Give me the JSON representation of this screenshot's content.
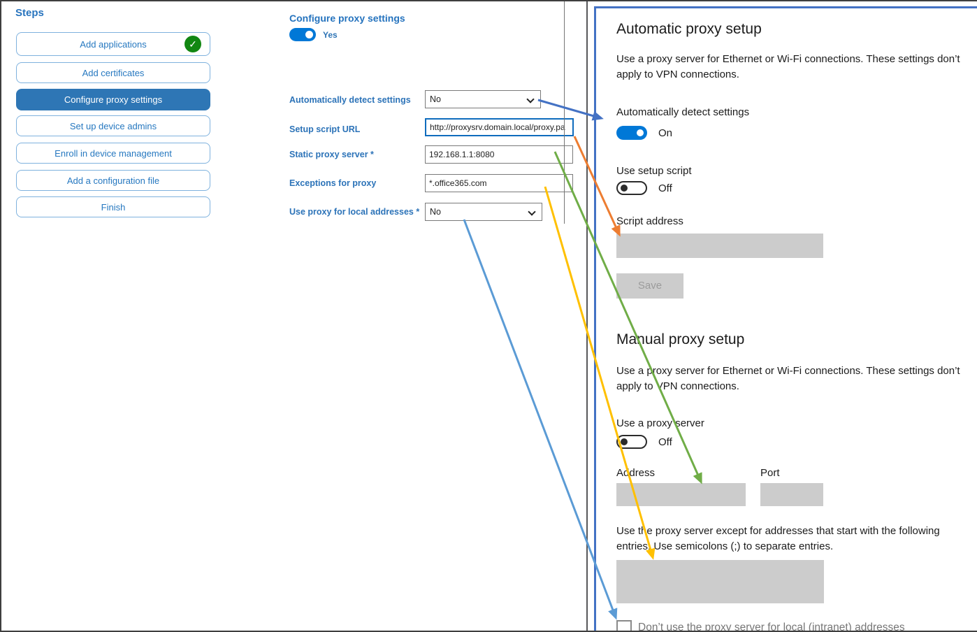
{
  "sidebar": {
    "title": "Steps",
    "steps": [
      {
        "label": "Add applications",
        "completed": true
      },
      {
        "label": "Add certificates"
      },
      {
        "label": "Configure proxy settings",
        "active": true
      },
      {
        "label": "Set up device admins"
      },
      {
        "label": "Enroll in device management"
      },
      {
        "label": "Add a configuration file"
      },
      {
        "label": "Finish"
      }
    ]
  },
  "form": {
    "title": "Configure proxy settings",
    "enable_toggle": {
      "state": "Yes"
    },
    "fields": [
      {
        "label": "Automatically detect settings",
        "type": "select",
        "value": "No"
      },
      {
        "label": "Setup script URL",
        "type": "text",
        "value": "http://proxysrv.domain.local/proxy.pa",
        "focused": true
      },
      {
        "label": "Static proxy server *",
        "type": "text",
        "value": "192.168.1.1:8080"
      },
      {
        "label": "Exceptions for proxy",
        "type": "text",
        "value": "*.office365.com"
      },
      {
        "label": "Use proxy for local addresses *",
        "type": "select",
        "value": "No"
      }
    ]
  },
  "settings_panel": {
    "automatic": {
      "heading": "Automatic proxy setup",
      "description": "Use a proxy server for Ethernet or Wi-Fi connections. These settings don’t apply to VPN connections.",
      "detect_label": "Automatically detect settings",
      "detect_state": "On",
      "script_toggle_label": "Use setup script",
      "script_toggle_state": "Off",
      "script_address_label": "Script address",
      "save_button": "Save"
    },
    "manual": {
      "heading": "Manual proxy setup",
      "description": "Use a proxy server for Ethernet or Wi-Fi connections. These settings don’t apply to VPN connections.",
      "proxy_toggle_label": "Use a proxy server",
      "proxy_toggle_state": "Off",
      "address_label": "Address",
      "port_label": "Port",
      "exceptions_description": "Use the proxy server except for addresses that start with the following entries. Use semicolons (;) to separate entries.",
      "intranet_checkbox_label": "Don’t use the proxy server for local (intranet) addresses"
    }
  },
  "arrows": [
    {
      "from": "automatically-detect-settings-dropdown",
      "to": "automatically-detect-settings-toggle",
      "color": "#4472C4"
    },
    {
      "from": "setup-script-url-input",
      "to": "script-address-box",
      "color": "#ED7D31"
    },
    {
      "from": "static-proxy-server-input",
      "to": "manual-address-box",
      "color": "#70AD47"
    },
    {
      "from": "exceptions-for-proxy-input",
      "to": "manual-exceptions-box",
      "color": "#FFC000"
    },
    {
      "from": "use-proxy-local-addresses-dropdown",
      "to": "intranet-checkbox",
      "color": "#5B9BD5"
    }
  ],
  "colors": {
    "accent_blue": "#0078D7",
    "sidebar_active_bg": "#2E76B5",
    "panel_border": "#4472C4",
    "success_green": "#128712",
    "gray_box": "#CCCCCC"
  }
}
